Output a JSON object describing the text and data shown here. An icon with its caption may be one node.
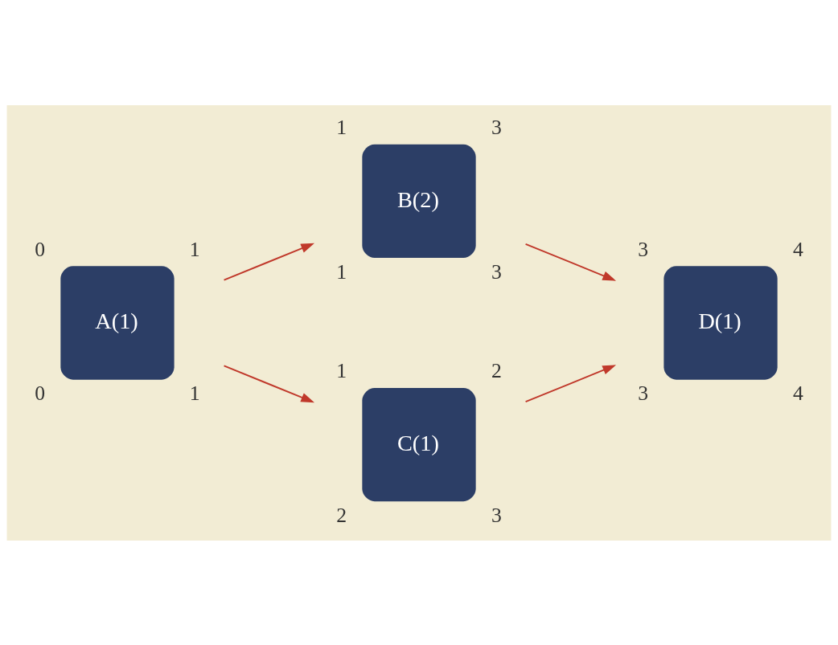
{
  "diagram": {
    "nodes": [
      {
        "text": [
          "A(1)"
        ],
        "beside": [
          "0",
          "1",
          "0",
          "1"
        ]
      },
      {
        "text": [
          "B(2)"
        ],
        "beside": [
          "1",
          "3",
          "1",
          "3"
        ]
      },
      {
        "text": [
          "C(1)"
        ],
        "beside": [
          "1",
          "2",
          "2",
          "3"
        ]
      },
      {
        "text": [
          "D(1)"
        ],
        "beside": [
          "3",
          "4",
          "3",
          "4"
        ]
      }
    ],
    "edges": [
      {
        "from": 0,
        "to": 1,
        "arrow": "to"
      },
      {
        "from": 0,
        "to": 2,
        "arrow": "to"
      },
      {
        "from": 1,
        "to": 3,
        "arrow": "to"
      },
      {
        "from": 2,
        "to": 3,
        "arrow": "to"
      }
    ]
  }
}
